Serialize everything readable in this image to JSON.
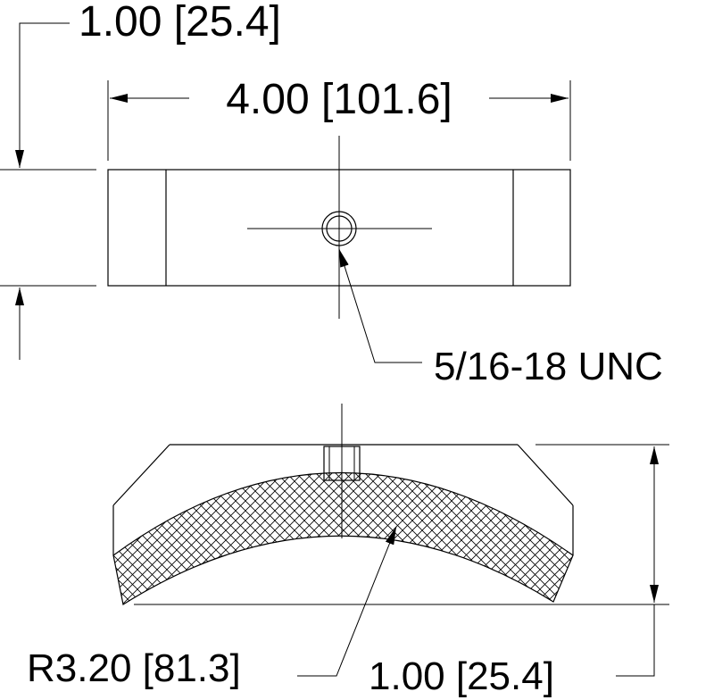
{
  "dimensions": {
    "top_height": "1.00 [25.4]",
    "width": "4.00 [101.6]",
    "thread": "5/16-18 UNC",
    "radius": "R3.20 [81.3]",
    "bottom_height": "1.00 [25.4]"
  },
  "colors": {
    "line": "#000000",
    "background": "#ffffff",
    "hatch": "#000000"
  }
}
